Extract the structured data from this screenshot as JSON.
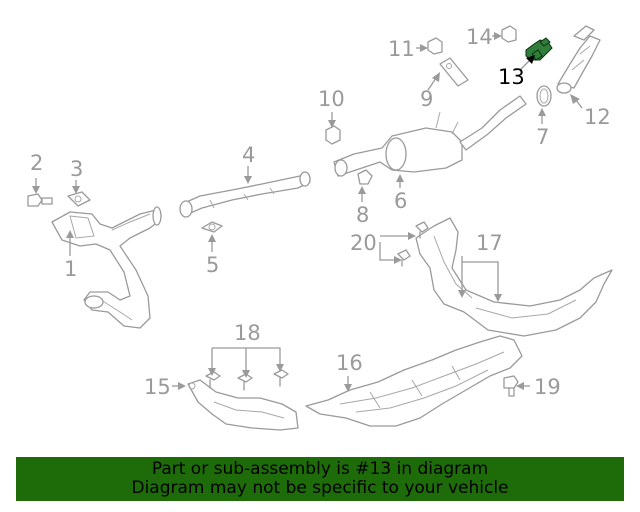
{
  "callouts": {
    "c1": "1",
    "c2": "2",
    "c3": "3",
    "c4": "4",
    "c5": "5",
    "c6": "6",
    "c7": "7",
    "c8": "8",
    "c9": "9",
    "c10": "10",
    "c11": "11",
    "c12": "12",
    "c13": "13",
    "c14": "14",
    "c15": "15",
    "c16": "16",
    "c17": "17",
    "c18": "18",
    "c19": "19",
    "c20": "20"
  },
  "highlighted_part": "13",
  "colors": {
    "highlight_part": "#2f7d3a",
    "banner_bg": "#1e6b0a",
    "callout_gray": "#9a9a9a"
  },
  "banner": {
    "line1": "Part or sub-assembly is #13 in diagram",
    "line2": "Diagram may not be specific to your vehicle"
  }
}
